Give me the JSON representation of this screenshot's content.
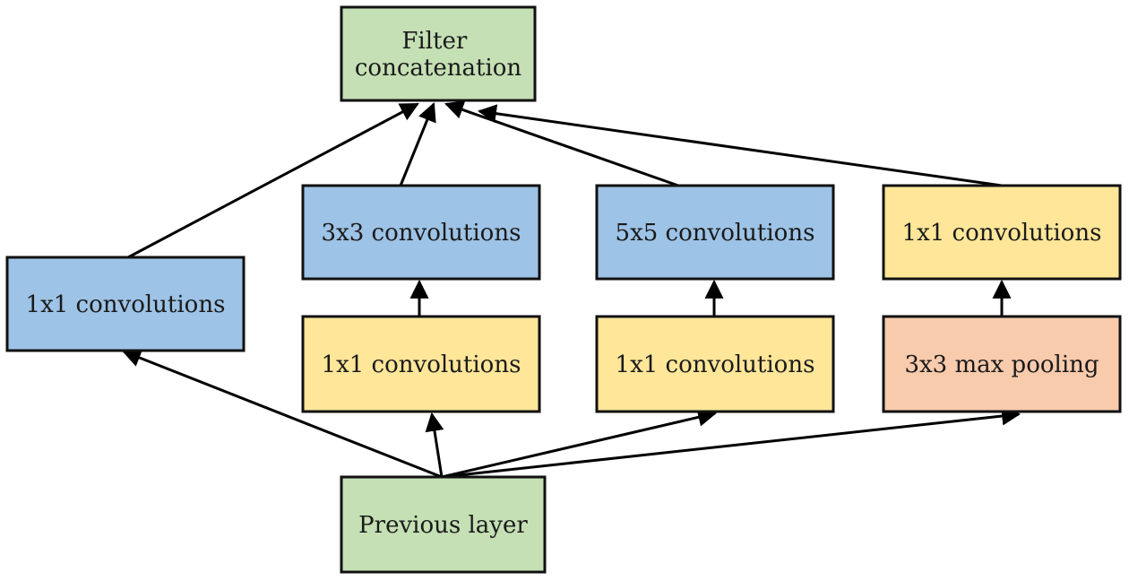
{
  "colors": {
    "green": "#c5e0b4",
    "blue": "#9dc3e6",
    "yellow": "#ffe699",
    "orange": "#f8cbad",
    "border": "#111111",
    "arrow": "#000000"
  },
  "nodes": {
    "filter_concat": {
      "lines": [
        "Filter",
        "concatenation"
      ],
      "color": "green"
    },
    "conv1x1_left": {
      "lines": [
        "1x1 convolutions"
      ],
      "color": "blue"
    },
    "conv3x3": {
      "lines": [
        "3x3 convolutions"
      ],
      "color": "blue"
    },
    "conv5x5": {
      "lines": [
        "5x5 convolutions"
      ],
      "color": "blue"
    },
    "conv1x1_top_right": {
      "lines": [
        "1x1 convolutions"
      ],
      "color": "yellow"
    },
    "reduce_3x3": {
      "lines": [
        "1x1 convolutions"
      ],
      "color": "yellow"
    },
    "reduce_5x5": {
      "lines": [
        "1x1 convolutions"
      ],
      "color": "yellow"
    },
    "maxpool": {
      "lines": [
        "3x3 max pooling"
      ],
      "color": "orange"
    },
    "previous_layer": {
      "lines": [
        "Previous layer"
      ],
      "color": "green"
    }
  },
  "edges": [
    {
      "from": "previous_layer",
      "to": "conv1x1_left"
    },
    {
      "from": "previous_layer",
      "to": "reduce_3x3"
    },
    {
      "from": "previous_layer",
      "to": "reduce_5x5"
    },
    {
      "from": "previous_layer",
      "to": "maxpool"
    },
    {
      "from": "reduce_3x3",
      "to": "conv3x3"
    },
    {
      "from": "reduce_5x5",
      "to": "conv5x5"
    },
    {
      "from": "maxpool",
      "to": "conv1x1_top_right"
    },
    {
      "from": "conv1x1_left",
      "to": "filter_concat"
    },
    {
      "from": "conv3x3",
      "to": "filter_concat"
    },
    {
      "from": "conv5x5",
      "to": "filter_concat"
    },
    {
      "from": "conv1x1_top_right",
      "to": "filter_concat"
    }
  ]
}
